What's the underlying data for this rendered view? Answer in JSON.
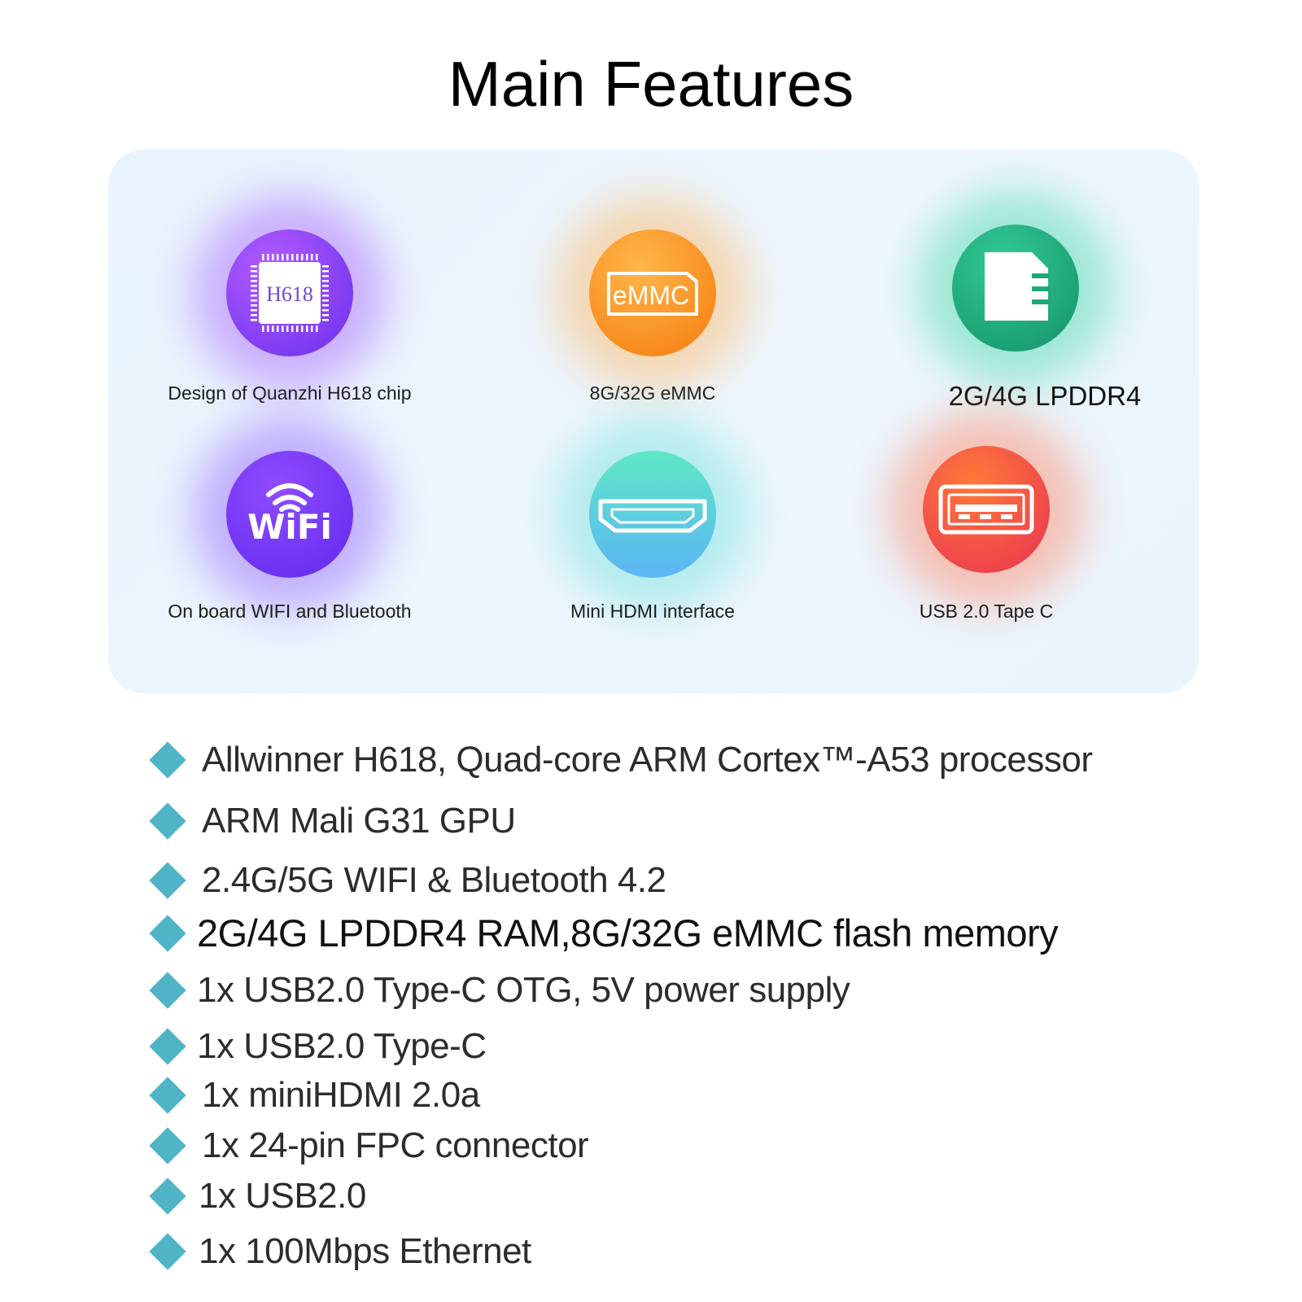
{
  "page": {
    "title": "Main Features"
  },
  "features": [
    {
      "label": "Design of Quanzhi H618 chip",
      "icon": "chip-icon",
      "chip_text": "H618",
      "colors": [
        "#8a4df2",
        "#b24bff"
      ]
    },
    {
      "label": "8G/32G eMMC",
      "icon": "emmc-icon",
      "chip_text": "eMMC",
      "colors": [
        "#ffa83a",
        "#f9831a"
      ]
    },
    {
      "label": "2G/4G LPDDR4",
      "icon": "sd-card-icon",
      "colors": [
        "#30c48f",
        "#1a9e73"
      ]
    },
    {
      "label": "On board WIFI and Bluetooth",
      "icon": "wifi-icon",
      "chip_text": "WiFi",
      "colors": [
        "#6a3df5",
        "#b04bff"
      ]
    },
    {
      "label": "Mini HDMI interface",
      "icon": "hdmi-icon",
      "colors": [
        "#5fe8c6",
        "#5db4f5"
      ]
    },
    {
      "label": "USB 2.0 Tape C",
      "icon": "usb-port-icon",
      "colors": [
        "#ff7a3a",
        "#ef3f4f"
      ]
    }
  ],
  "specs": [
    "Allwinner H618, Quad-core ARM Cortex™-A53 processor",
    "ARM Mali G31 GPU",
    "2.4G/5G WIFI & Bluetooth 4.2",
    "2G/4G LPDDR4 RAM,8G/32G eMMC flash memory",
    "1x USB2.0 Type-C OTG, 5V power supply",
    "1x USB2.0 Type-C",
    "1x miniHDMI 2.0a",
    "1x 24-pin FPC connector",
    "1x USB2.0",
    "1x 100Mbps Ethernet"
  ],
  "colors": {
    "bullet": "#4fb4c6",
    "panel": "#e9f4fd"
  }
}
